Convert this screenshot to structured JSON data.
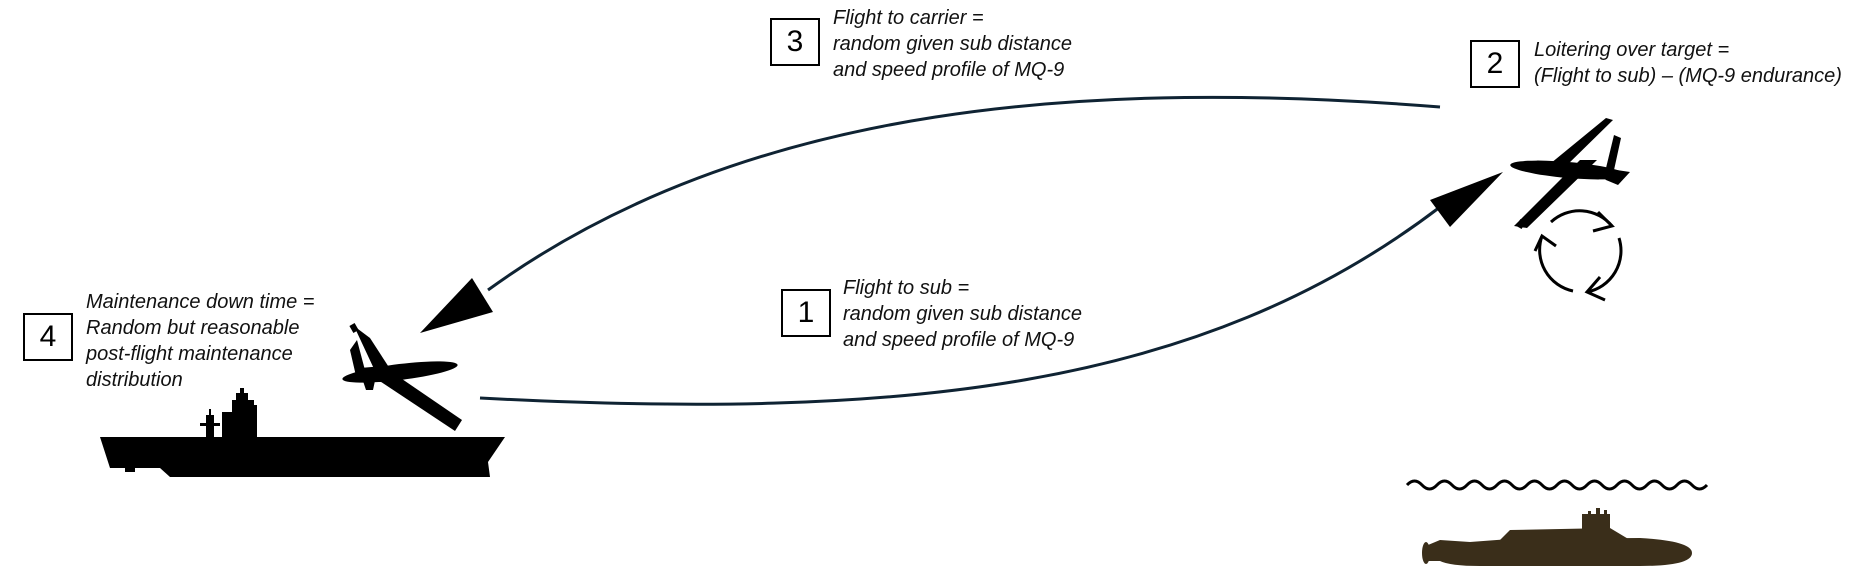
{
  "steps": [
    {
      "number": "1",
      "lines": [
        "Flight to sub =",
        "random given sub distance",
        "and speed profile of MQ-9"
      ]
    },
    {
      "number": "2",
      "lines": [
        "Loitering over target =",
        "(Flight to sub) – (MQ-9 endurance)"
      ]
    },
    {
      "number": "3",
      "lines": [
        "Flight to carrier =",
        "random given sub distance",
        "and speed profile of MQ-9"
      ]
    },
    {
      "number": "4",
      "lines": [
        "Maintenance down time =",
        "Random but reasonable",
        "post-flight maintenance",
        "distribution"
      ]
    }
  ],
  "icons": [
    "aircraft-carrier-icon",
    "mq9-drone-icon",
    "submarine-icon",
    "loiter-cycle-icon",
    "water-surface-icon"
  ],
  "colors": {
    "arrow": "#0f2333",
    "silhouette": "#000000",
    "submarine": "#3a2e1a"
  }
}
